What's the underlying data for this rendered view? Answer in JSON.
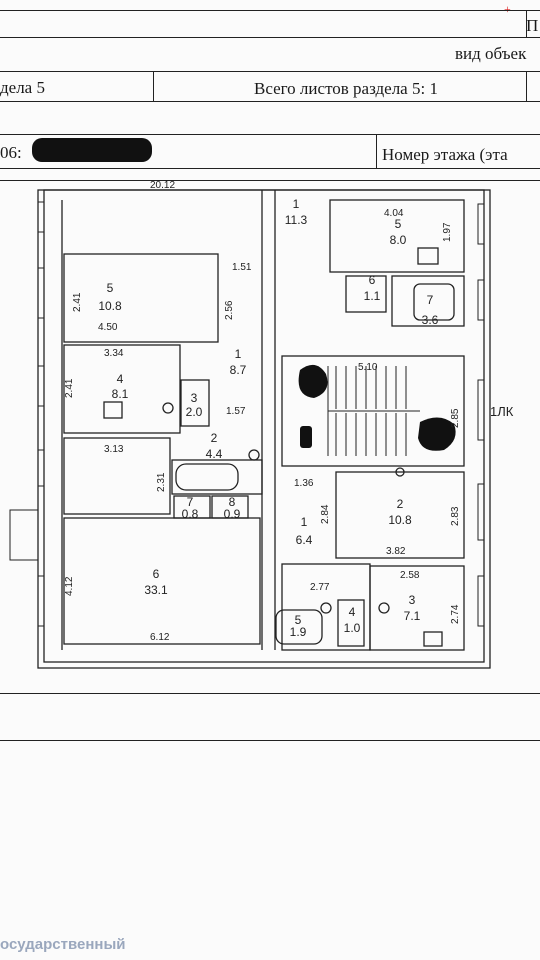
{
  "header": {
    "corner_text": "П",
    "object_type_label": "вид объек",
    "section_label": "дела 5",
    "total_sheets_label": "Всего листов раздела 5: 1",
    "cadastral_prefix": "06:",
    "floor_number_label": "Номер этажа (эта"
  },
  "plan": {
    "rooms_left": [
      {
        "num": "5",
        "area": "10.8"
      },
      {
        "num": "4",
        "area": "8.1"
      },
      {
        "num": "3",
        "area": "2.0"
      },
      {
        "num": "1",
        "area": "8.7"
      },
      {
        "num": "2",
        "area": "4.4"
      },
      {
        "num": "7",
        "area": "0.8"
      },
      {
        "num": "8",
        "area": "0.9"
      },
      {
        "num": "6",
        "area": "33.1"
      }
    ],
    "rooms_right": [
      {
        "num": "1",
        "area": "11.3"
      },
      {
        "num": "5",
        "area": "8.0"
      },
      {
        "num": "6",
        "area": "1.1"
      },
      {
        "num": "7",
        "area": "3.6"
      },
      {
        "num": "2",
        "area": "10.8"
      },
      {
        "num": "1",
        "area": "6.4"
      },
      {
        "num": "3",
        "area": "7.1"
      },
      {
        "num": "4",
        "area": "1.0"
      },
      {
        "num": "5",
        "area": "1.9"
      }
    ],
    "dims": {
      "d1_51": "1.51",
      "d2_41a": "2.41",
      "d2_56": "2.56",
      "d4_50": "4.50",
      "d3_34": "3.34",
      "d2_41b": "2.41",
      "d1_57": "1.57",
      "d3_13": "3.13",
      "d2_31": "2.31",
      "d4_12": "4.12",
      "d6_12": "6.12",
      "d4_04": "4.04",
      "d1_97": "1.97",
      "d5_10": "5.10",
      "d2_85": "2.85",
      "d1_36": "1.36",
      "d2_84": "2.84",
      "d2_83": "2.83",
      "d3_82": "3.82",
      "d2_77": "2.77",
      "d2_58": "2.58",
      "d2_74": "2.74",
      "top": "20.12"
    },
    "stair_label": "1ЛК"
  },
  "footer": {
    "stamp_text": "осударственный"
  }
}
